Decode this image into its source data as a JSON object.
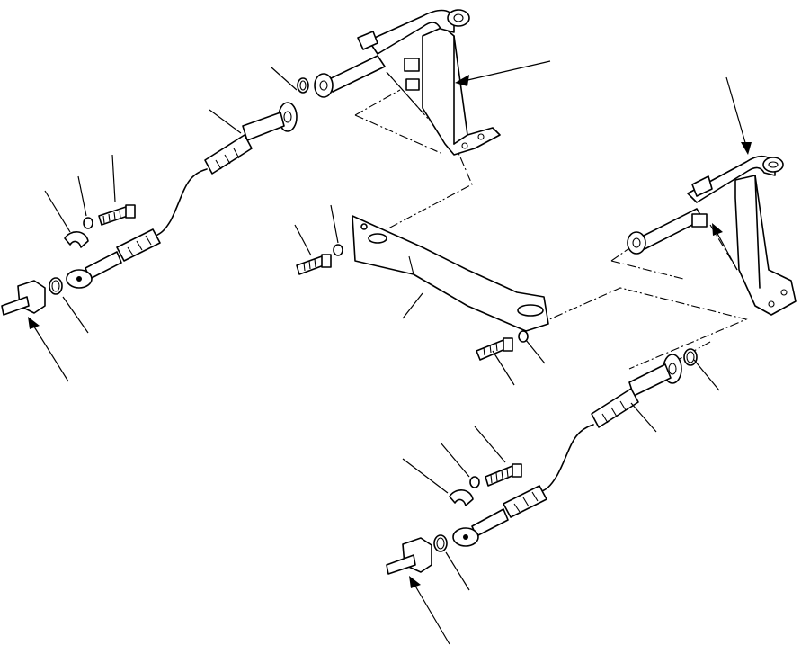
{
  "figure": {
    "style": "exploded parts diagram, line art, no printed text",
    "colors": {
      "ink": "#000000",
      "paper": "#ffffff"
    },
    "assemblies": [
      "right-pedal-bracket",
      "left-pedal-bracket",
      "connecting-link-plate",
      "upper-control-cable",
      "lower-control-cable"
    ]
  }
}
